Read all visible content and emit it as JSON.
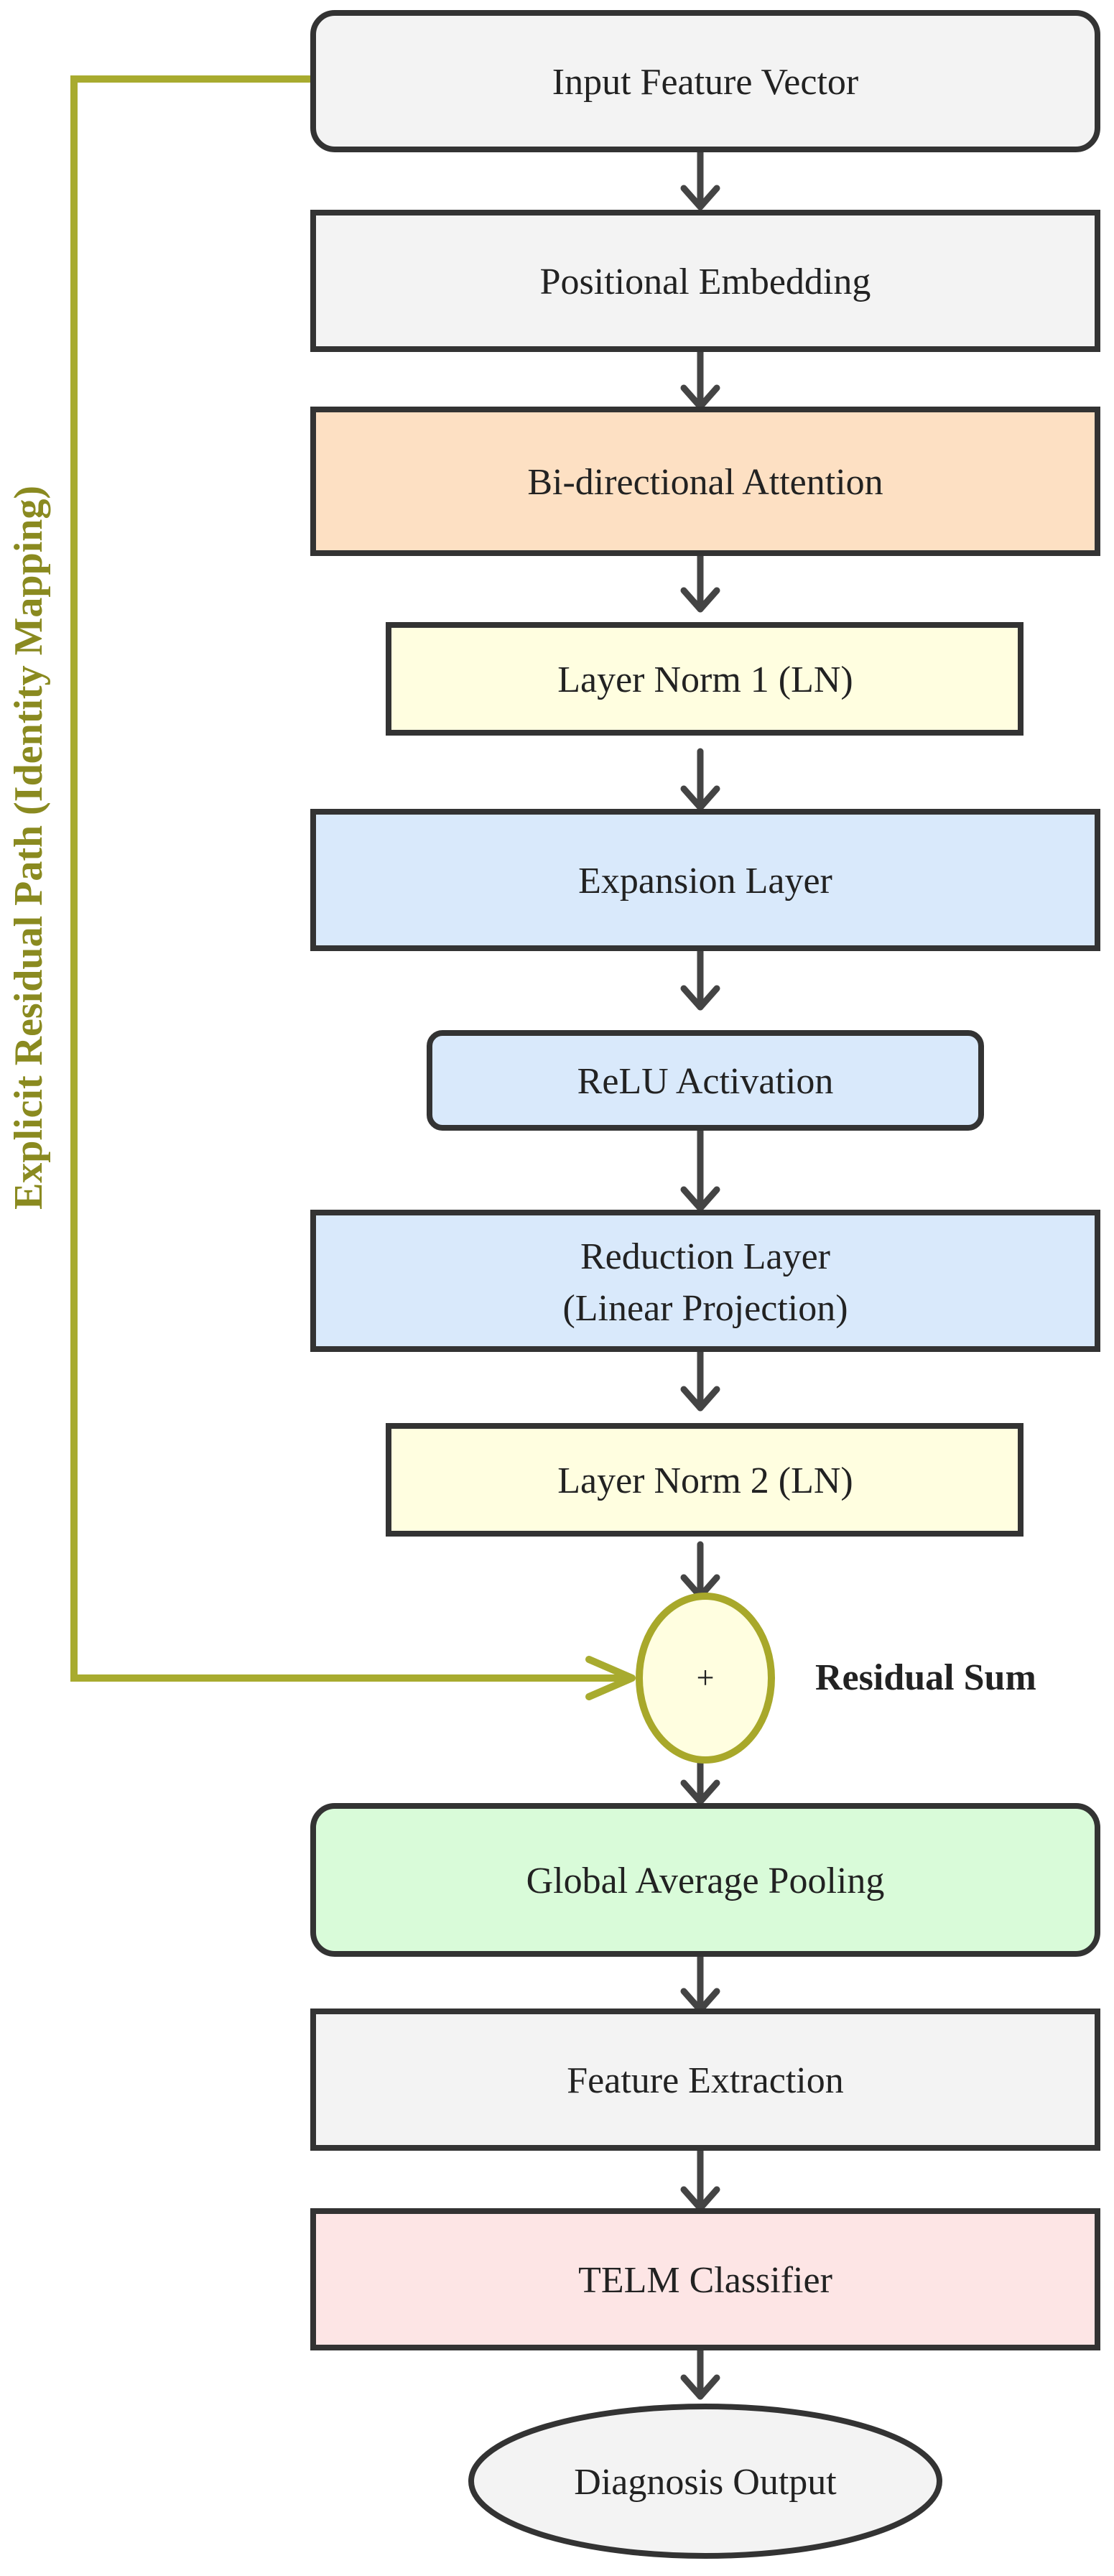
{
  "colors": {
    "stroke": "#333333",
    "arrow": "#444444",
    "residual": "#a8ab2f",
    "residual_text": "#8a8a20",
    "gray": "#f3f3f3",
    "orange": "#fde0c3",
    "yellow": "#fffee0",
    "blue": "#d9e9fb",
    "green": "#d9fbd9",
    "pink": "#fde5e5"
  },
  "nodes": {
    "input": {
      "label": "Input Feature Vector"
    },
    "positional": {
      "label": "Positional Embedding"
    },
    "attention": {
      "label": "Bi-directional Attention"
    },
    "ln1": {
      "label": "Layer Norm 1 (LN)"
    },
    "expansion": {
      "label": "Expansion Layer"
    },
    "relu": {
      "label": "ReLU Activation"
    },
    "reduction": {
      "line1": "Reduction Layer",
      "line2": "(Linear Projection)"
    },
    "ln2": {
      "label": "Layer Norm 2 (LN)"
    },
    "sum": {
      "symbol": "+",
      "label": "Residual Sum"
    },
    "gap": {
      "label": "Global Average Pooling"
    },
    "feature": {
      "label": "Feature Extraction"
    },
    "telm": {
      "label": "TELM Classifier"
    },
    "output": {
      "label": "Diagnosis Output"
    }
  },
  "residual_path": {
    "label": "Explicit Residual Path (Identity Mapping)"
  }
}
